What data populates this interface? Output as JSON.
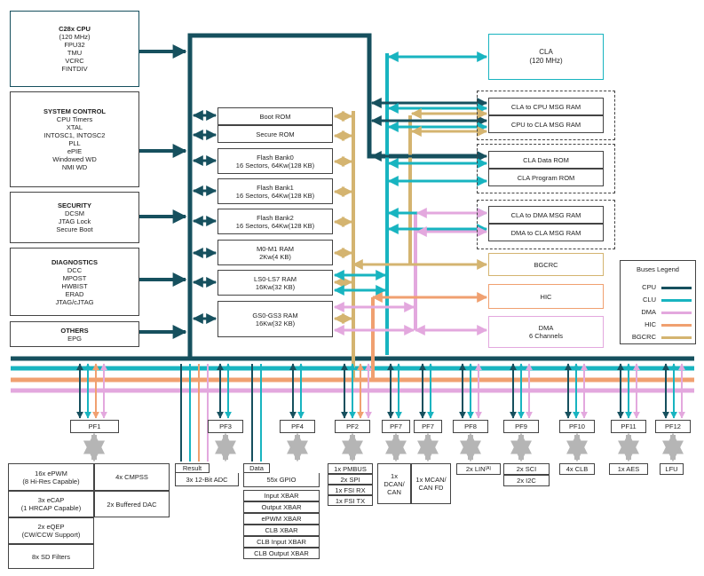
{
  "cpu": {
    "title": "C28x CPU",
    "lines": [
      "(120 MHz)",
      "FPU32",
      "TMU",
      "VCRC",
      "FINTDIV"
    ]
  },
  "system_control": {
    "title": "SYSTEM CONTROL",
    "lines": [
      "CPU Timers",
      "XTAL",
      "INTOSC1, INTOSC2",
      "PLL",
      "ePIE",
      "Windowed WD",
      "NMI WD"
    ]
  },
  "security": {
    "title": "SECURITY",
    "lines": [
      "DCSM",
      "JTAG Lock",
      "Secure Boot"
    ]
  },
  "diagnostics": {
    "title": "DIAGNOSTICS",
    "lines": [
      "DCC",
      "MPOST",
      "HWBIST",
      "ERAD",
      "JTAG/cJTAG"
    ]
  },
  "others": {
    "title": "OTHERS",
    "lines": [
      "EPG"
    ]
  },
  "memory": {
    "boot_rom": [
      "Boot ROM"
    ],
    "secure_rom": [
      "Secure ROM"
    ],
    "flash0": [
      "Flash Bank0",
      "16 Sectors, 64Kw(128 KB)"
    ],
    "flash1": [
      "Flash Bank1",
      "16 Sectors, 64Kw(128 KB)"
    ],
    "flash2": [
      "Flash Bank2",
      "16 Sectors, 64Kw(128 KB)"
    ],
    "m0m1": [
      "M0-M1 RAM",
      "2Kw(4 KB)"
    ],
    "ls0ls7": [
      "LS0-LS7 RAM",
      "16Kw(32 KB)"
    ],
    "gs0gs3": [
      "GS0-GS3 RAM",
      "16Kw(32 KB)"
    ]
  },
  "cla": {
    "lines": [
      "CLA",
      "(120 MHz)"
    ]
  },
  "cla_msg": {
    "to_cpu": "CLA to CPU MSG RAM",
    "from_cpu": "CPU to CLA MSG RAM"
  },
  "cla_rom": {
    "data": "CLA Data ROM",
    "program": "CLA Program ROM"
  },
  "cla_dma": {
    "to_dma": "CLA to DMA MSG RAM",
    "from_dma": "DMA to CLA MSG RAM"
  },
  "bgcrc": {
    "label": "BGCRC"
  },
  "hic": {
    "label": "HIC"
  },
  "dma": {
    "lines": [
      "DMA",
      "6 Channels"
    ]
  },
  "legend": {
    "title": "Buses Legend",
    "items": [
      {
        "label": "CPU",
        "color": "#16505e"
      },
      {
        "label": "CLU",
        "color": "#18b4c0"
      },
      {
        "label": "DMA",
        "color": "#e3a8de"
      },
      {
        "label": "HIC",
        "color": "#f0a070"
      },
      {
        "label": "BGCRC",
        "color": "#d4b470"
      }
    ]
  },
  "pf": [
    "PF1",
    "PF3",
    "PF4",
    "PF2",
    "PF7",
    "PF7",
    "PF8",
    "PF9",
    "PF10",
    "PF11",
    "PF12"
  ],
  "pf1_peripherals": {
    "epwm": [
      "16x ePWM",
      "(8 Hi-Res Capable)"
    ],
    "cmpss": [
      "4x CMPSS"
    ],
    "ecap": [
      "3x eCAP",
      "(1 HRCAP Capable)"
    ],
    "dac": [
      "2x Buffered DAC"
    ],
    "eqep": [
      "2x eQEP",
      "(CW/CCW Support)"
    ],
    "sdfm": [
      "8x SD Filters"
    ]
  },
  "adc": {
    "result": "Result",
    "label": "3x 12-Bit ADC"
  },
  "gpio": {
    "data": "Data",
    "label": "55x GPIO",
    "xbars": [
      "Input XBAR",
      "Output XBAR",
      "ePWM XBAR",
      "CLB XBAR",
      "CLB Input XBAR",
      "CLB Output XBAR"
    ]
  },
  "pf2_peripherals": [
    "1x PMBUS",
    "2x SPI",
    "1x FSI RX",
    "1x FSI TX"
  ],
  "dcan": [
    "1x",
    "DCAN/",
    "CAN"
  ],
  "mcan": [
    "1x MCAN/",
    "CAN FD"
  ],
  "lin": "2x LIN",
  "lin_sup": "(A)",
  "sci": "2x SCI",
  "i2c": "2x I2C",
  "clb": "4x CLB",
  "aes": "1x AES",
  "lfu": "LFU"
}
